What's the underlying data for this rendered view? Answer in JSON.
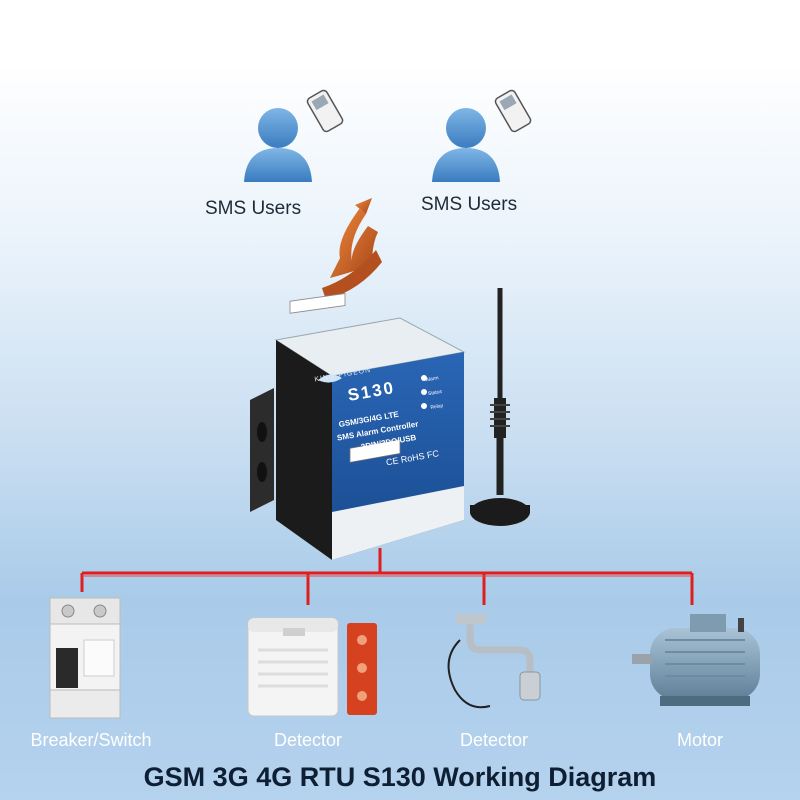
{
  "users": [
    {
      "label": "SMS Users"
    },
    {
      "label": "SMS Users"
    }
  ],
  "device": {
    "model": "S130",
    "line1": "GSM/3G/4G LTE",
    "line2": "SMS Alarm Controller",
    "line3": "2DIN/2DO/USB",
    "cert": "CE RoHS FC",
    "brand": "KING PIGEON",
    "led_labels": [
      "Alarm",
      "Status",
      "Relay"
    ]
  },
  "devices": [
    {
      "label": "Breaker/Switch"
    },
    {
      "label": "Detector"
    },
    {
      "label": "Detector"
    },
    {
      "label": "Motor"
    }
  ],
  "title": "GSM 3G 4G RTU S130 Working Diagram",
  "colors": {
    "wire": "#e01e1e",
    "arrow": "#c95a20",
    "device_blue": "#1f57a3",
    "user_icon": "#4a8fcf"
  }
}
